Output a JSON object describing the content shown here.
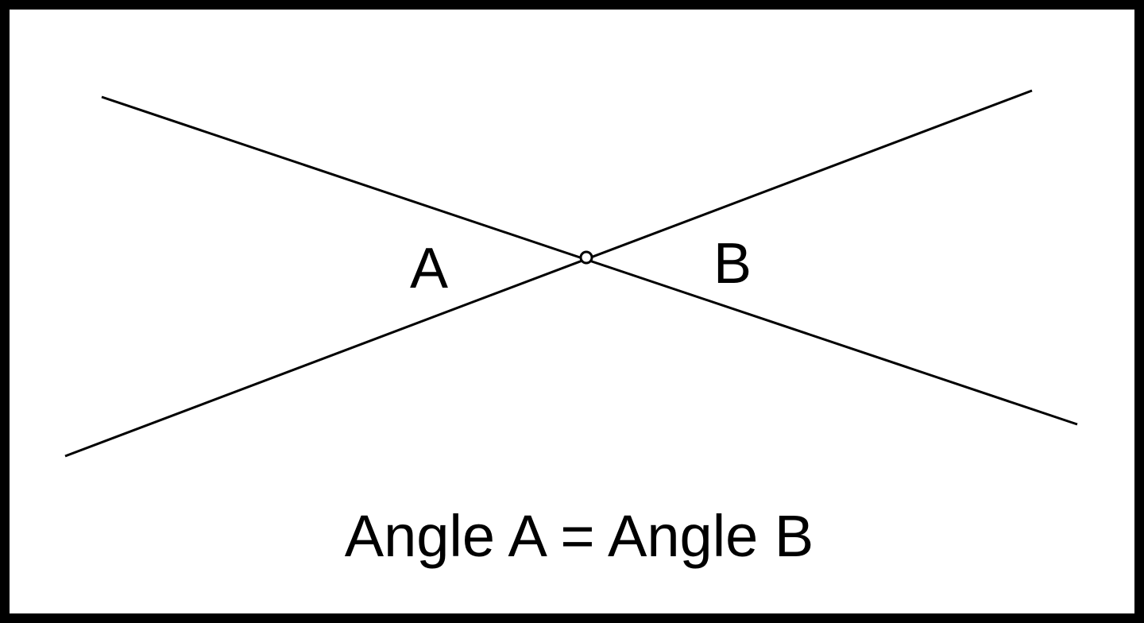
{
  "diagram": {
    "labels": {
      "angle_a": "A",
      "angle_b": "B"
    },
    "caption": "Angle A = Angle B",
    "colors": {
      "background": "#ffffff",
      "border": "#000000",
      "lines": "#000000"
    }
  }
}
